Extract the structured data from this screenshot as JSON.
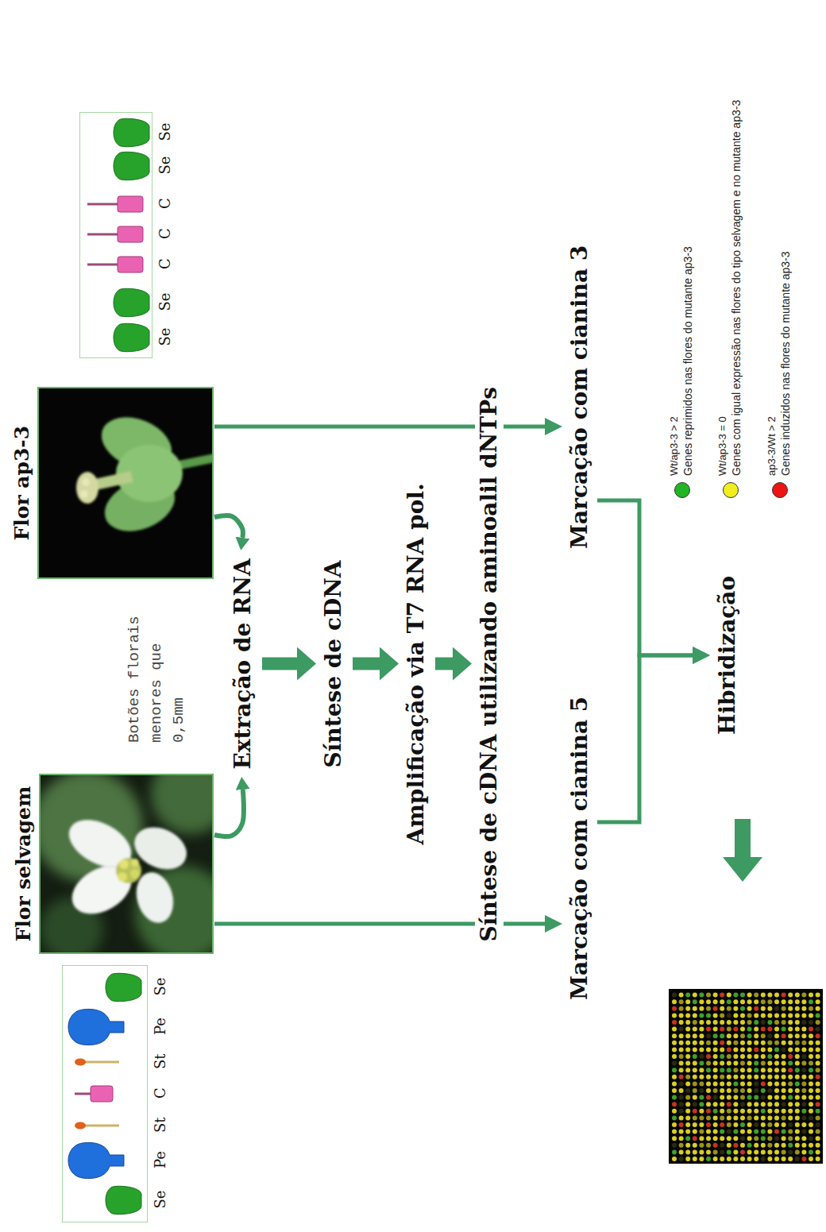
{
  "diagram": {
    "nodes": [
      {
        "text": [
          "Flor selvagem"
        ]
      },
      {
        "text": [
          "Flor ap3-3"
        ]
      },
      {
        "text": [
          "Se",
          "Pe",
          "St",
          "C",
          "St",
          "Pe",
          "Se"
        ]
      },
      {
        "text": [
          "Se",
          "Se",
          "C",
          "C",
          "C",
          "Se",
          "Se"
        ]
      },
      {
        "text": [
          "Extração de RNA"
        ]
      },
      {
        "text": [
          "Síntese de cDNA"
        ]
      },
      {
        "text": [
          "Amplificação via T7 RNA pol."
        ]
      },
      {
        "text": [
          "Síntese de cDNA utilizando aminoalil dNTPs"
        ]
      },
      {
        "text": [
          "Marcação com cianina 5"
        ]
      },
      {
        "text": [
          "Marcação com cianina 3"
        ]
      },
      {
        "text": [
          "Hibridização"
        ]
      }
    ],
    "edges": [
      {
        "from": 0,
        "to": 4,
        "arrow": "to"
      },
      {
        "from": 1,
        "to": 4,
        "arrow": "to"
      },
      {
        "from": 4,
        "to": 5,
        "arrow": "to"
      },
      {
        "from": 5,
        "to": 6,
        "arrow": "to"
      },
      {
        "from": 6,
        "to": 7,
        "arrow": "to"
      },
      {
        "from": 0,
        "to": 8,
        "arrow": "to"
      },
      {
        "from": 1,
        "to": 9,
        "arrow": "to"
      },
      {
        "from": 8,
        "to": 10,
        "arrow": "to"
      },
      {
        "from": 9,
        "to": 10,
        "arrow": "to"
      }
    ],
    "labels": [
      "Botões florais menores que 0,5mm",
      "Genes reprimidos nas flores do mutante ap3-3",
      "Genes com igual expressão nas flores do tipo selvagem e no mutante ap3-3",
      "Genes induzidos nas flores do mutante ap3-3"
    ],
    "legend": [
      {
        "text": "Wt/ap3-3 > 2",
        "color": "#22b522"
      },
      {
        "text": "Wt/ap3-3 = 0",
        "color": "#f2ee1e"
      },
      {
        "text": "ap3-3/Wt > 2",
        "color": "#ee1414"
      }
    ]
  }
}
